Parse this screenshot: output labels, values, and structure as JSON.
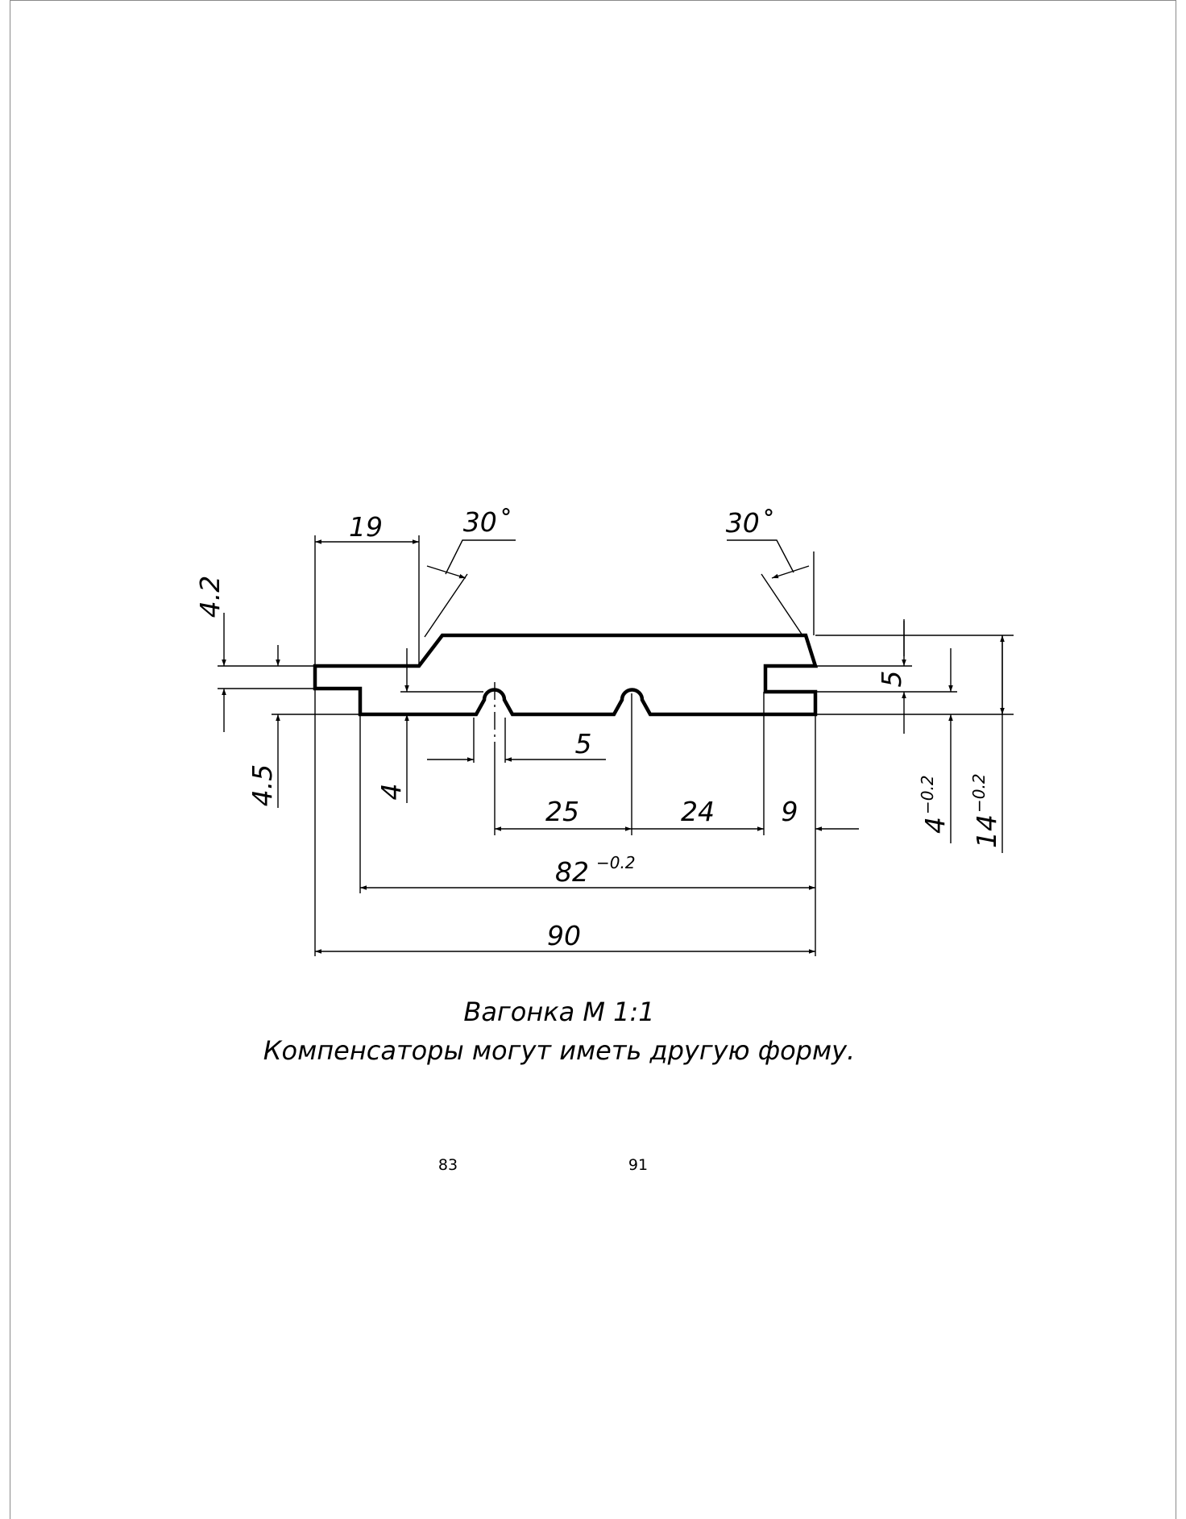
{
  "drawing": {
    "dimensions": {
      "tongue_offset": "19",
      "angle_left": "30˚",
      "angle_right": "30˚",
      "left_step_height": "4.2",
      "left_offset_height": "4.5",
      "groove_depth": "4",
      "compensator_width": "5",
      "pitch_a": "25",
      "pitch_b": "24",
      "groove_offset": "9",
      "groove_height": "5",
      "tongue_height": "4",
      "tongue_height_tol": "−0.2",
      "thickness": "14",
      "thickness_tol": "−0.2",
      "working_width": "82",
      "working_width_tol": "−0.2",
      "overall_width": "90"
    },
    "caption_title": "Вагонка М 1:1",
    "caption_note": "Компенсаторы могут иметь другую форму."
  },
  "page_numbers": {
    "left": "83",
    "right": "91"
  }
}
